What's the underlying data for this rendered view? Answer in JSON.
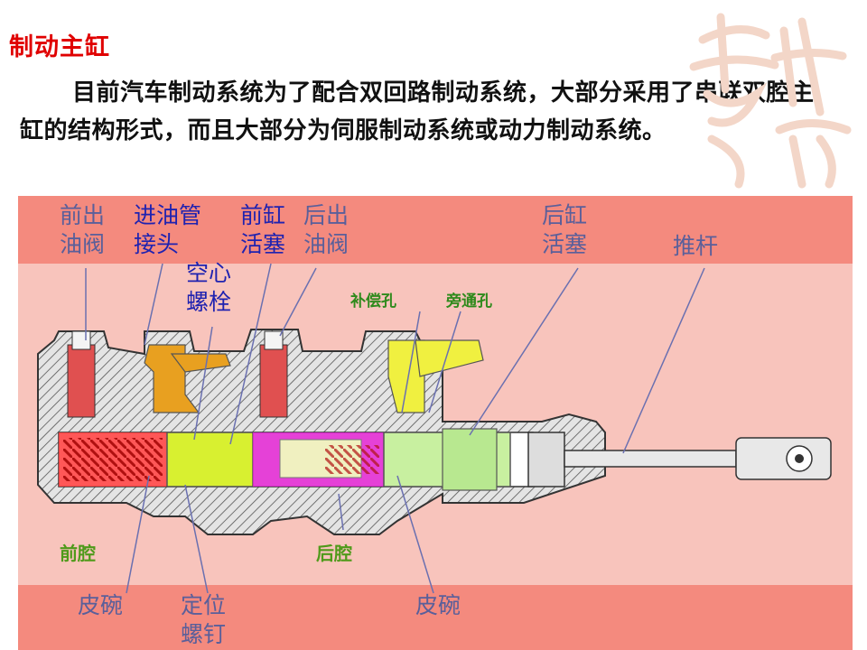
{
  "title": "制动主缸",
  "paragraph": "目前汽车制动系统为了配合双回路制动系统，大部分采用了串联双腔主缸的结构形式，而且大部分为伺服制动系统或动力制动系统。",
  "watermark_text": "吉祥",
  "colors": {
    "title": "#e00000",
    "panel": "#f48a7e",
    "band": "#f8c4bc",
    "label": "#5a5f9a",
    "label_highlight": "#1f22b0",
    "label_green": "#2f8a1c"
  },
  "diagram": {
    "labels": {
      "front_outlet_valve": "前出\n油阀",
      "inlet_pipe_joint": "进油管\n接头",
      "front_piston": "前缸\n活塞",
      "rear_outlet_valve": "后出\n油阀",
      "rear_piston": "后缸\n活塞",
      "push_rod": "推杆",
      "hollow_bolt": "空心\n螺栓",
      "compensation_hole": "补偿孔",
      "bypass_hole": "旁通孔",
      "front_chamber": "前腔",
      "rear_chamber": "后腔",
      "cup_left": "皮碗",
      "locating_screw": "定位\n螺钉",
      "cup_right": "皮碗"
    }
  }
}
